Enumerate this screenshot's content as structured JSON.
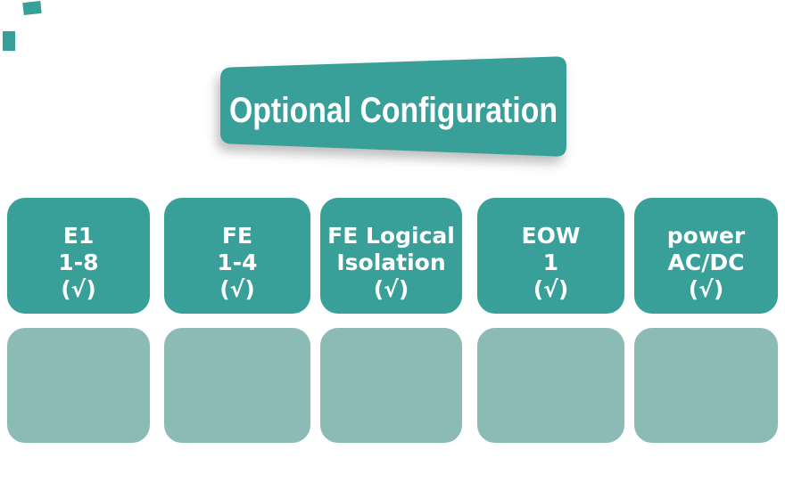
{
  "banner": {
    "title": "Optional Configuration"
  },
  "option_boxes": [
    {
      "lines": [
        "E1",
        "1-8",
        "(√)"
      ]
    },
    {
      "lines": [
        "FE",
        "1-4",
        "(√)"
      ]
    },
    {
      "lines": [
        "FE Logical",
        "Isolation",
        "(√)"
      ]
    },
    {
      "lines": [
        "EOW",
        "1",
        "(√)"
      ]
    },
    {
      "lines": [
        "power",
        "AC/DC",
        "(√)"
      ]
    }
  ],
  "placeholders": {
    "count": "5"
  },
  "colors": {
    "teal": "#38A098",
    "sage": "#8CBAB4",
    "text": "#FFFFFF"
  }
}
